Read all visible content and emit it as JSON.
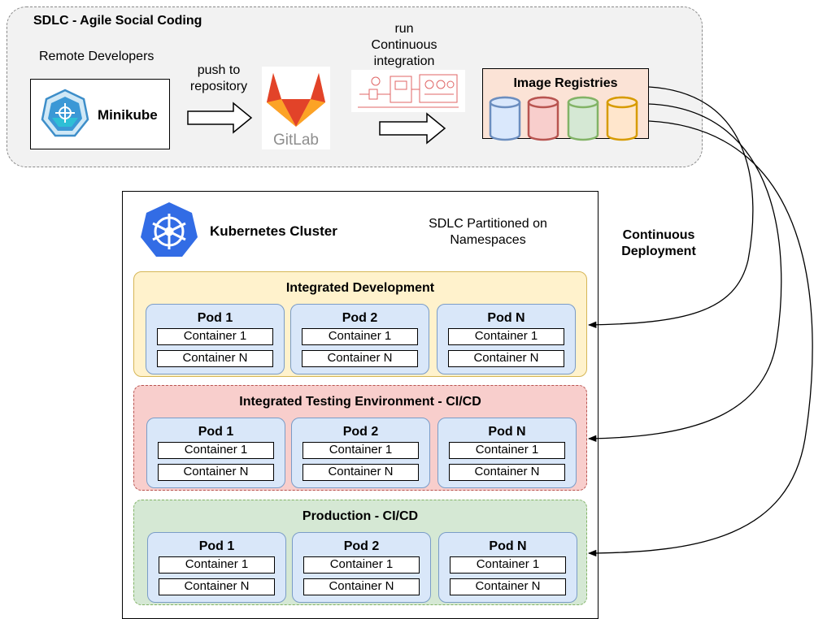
{
  "sdlc": {
    "title": "SDLC - Agile Social Coding",
    "remote_developers": "Remote Developers",
    "minikube": "Minikube",
    "push_label": "push to repository",
    "gitlab": "GitLab",
    "ci_label": "run Continuous integration",
    "image_registries": "Image Registries",
    "registry_colors": [
      "#dae8fc",
      "#f8cecc",
      "#d5e8d4",
      "#ffe6cc"
    ],
    "registry_strokes": [
      "#6c8ebf",
      "#b85450",
      "#82b366",
      "#d79b00"
    ]
  },
  "cluster": {
    "title": "Kubernetes Cluster",
    "partition_note": "SDLC Partitioned on Namespaces",
    "logo_color": "#326ce5"
  },
  "continuous_deployment": "Continuous Deployment",
  "namespaces": [
    {
      "title": "Integrated Development",
      "fill": "#fff2cc",
      "stroke": "#d6b656",
      "pods": [
        {
          "title": "Pod  1",
          "containers": [
            "Container 1",
            "Container N"
          ]
        },
        {
          "title": "Pod 2",
          "containers": [
            "Container 1",
            "Container N"
          ]
        },
        {
          "title": "Pod  N",
          "containers": [
            "Container 1",
            "Container N"
          ]
        }
      ]
    },
    {
      "title": "Integrated Testing Environment - CI/CD",
      "fill": "#f8cecc",
      "stroke": "#b85450",
      "pods": [
        {
          "title": "Pod  1",
          "containers": [
            "Container 1",
            "Container N"
          ]
        },
        {
          "title": "Pod 2",
          "containers": [
            "Container 1",
            "Container N"
          ]
        },
        {
          "title": "Pod  N",
          "containers": [
            "Container 1",
            "Container N"
          ]
        }
      ]
    },
    {
      "title": "Production - CI/CD",
      "fill": "#d5e8d4",
      "stroke": "#82b366",
      "pods": [
        {
          "title": "Pod  1",
          "containers": [
            "Container 1",
            "Container N"
          ]
        },
        {
          "title": "Pod 2",
          "containers": [
            "Container 1",
            "Container N"
          ]
        },
        {
          "title": "Pod  N",
          "containers": [
            "Container 1",
            "Container N"
          ]
        }
      ]
    }
  ]
}
